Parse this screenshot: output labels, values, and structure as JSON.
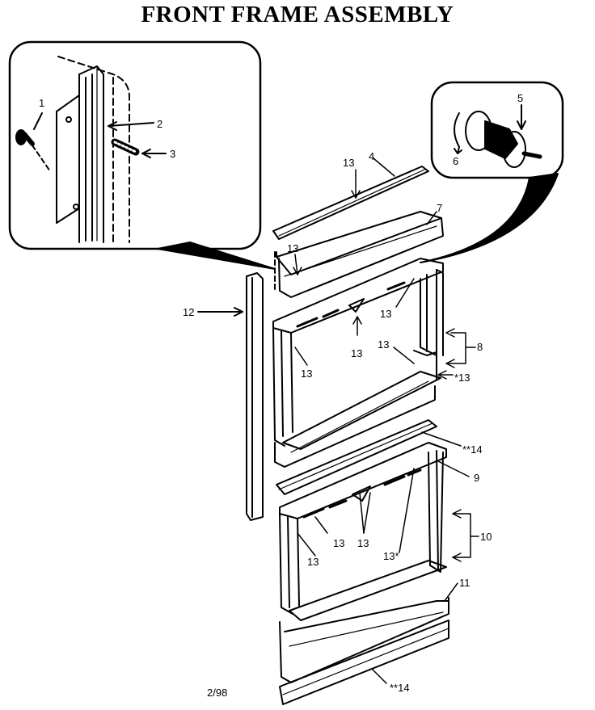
{
  "title": "FRONT FRAME ASSEMBLY",
  "footer_code": "2/98",
  "callouts": {
    "c1": "1",
    "c2": "2",
    "c3": "3",
    "c4": "4",
    "c5": "5",
    "c6": "6",
    "c7": "7",
    "c8": "8",
    "c9": "9",
    "c10": "10",
    "c11": "11",
    "c12": "12",
    "c13": "13",
    "c13_star": "*13",
    "c13_star_r": "13*",
    "c14_a": "**14",
    "c14_b": "**14"
  }
}
